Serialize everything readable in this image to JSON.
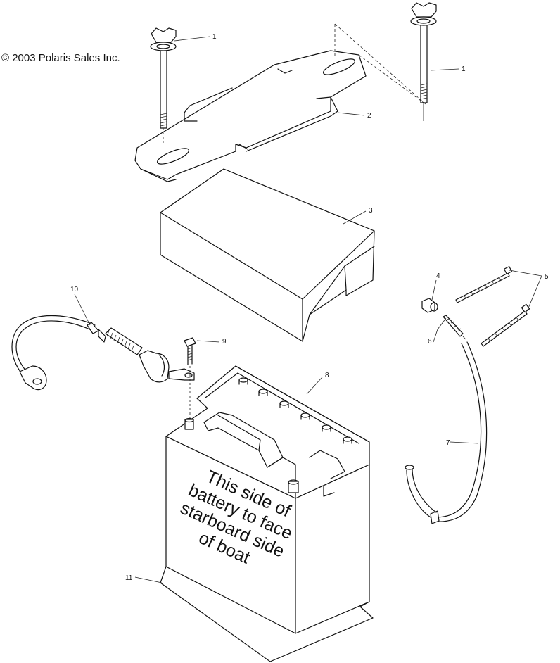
{
  "copyright": "© 2003 Polaris Sales Inc.",
  "callouts": {
    "c1a": "1",
    "c1b": "1",
    "c2": "2",
    "c3": "3",
    "c4": "4",
    "c5": "5",
    "c6": "6",
    "c7": "7",
    "c8": "8",
    "c9": "9",
    "c10": "10",
    "c11": "11"
  },
  "battery_label": {
    "line1": "This side of",
    "line2": "battery to face",
    "line3": "starboard side",
    "line4": "of boat"
  }
}
